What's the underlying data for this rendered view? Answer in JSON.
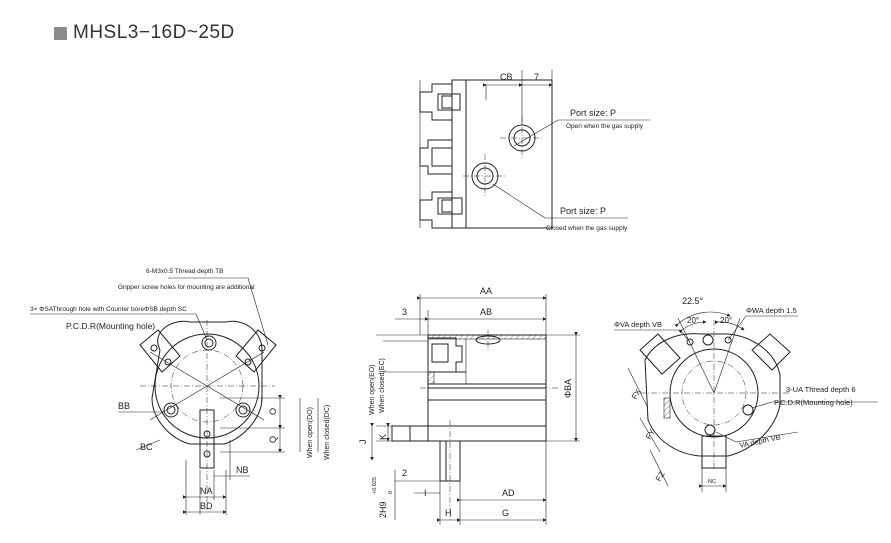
{
  "title": "MHSL3−16D~25D",
  "top_view": {
    "dims": [
      "CB",
      "7"
    ],
    "port_open_label": "Port size: P",
    "port_open_note": "Open when the gas supply",
    "port_closed_label": "Port size: P",
    "port_closed_note": "Closed when the gas supply"
  },
  "left_view": {
    "thread_note": "6-M3x0.5 Thread depth TB",
    "gripper_note": "Gripper screw holes for mounting are additional",
    "through_hole_note": "3× ΦSAThrough hole with Counter boreΦSB depth SC",
    "pcd_note": "P.C.D.R(Mounting hole)",
    "labels": [
      "BB",
      "BC",
      "O",
      "Q",
      "NB",
      "NA",
      "BD"
    ],
    "dim_open": "When open(DO)",
    "dim_closed": "When closed(DC)"
  },
  "middle_view": {
    "labels": [
      "AA",
      "AB",
      "3",
      "ΦBA",
      "J",
      "K",
      "2",
      "I",
      "AD",
      "H",
      "G"
    ],
    "eo_label": "When open(EO)",
    "ec_label": "When closed(EC)",
    "fit_label": "2H9",
    "fit_sup": "+0.025",
    "fit_sub": "0"
  },
  "right_view": {
    "angle_1": "22.5°",
    "angle_2": "20°",
    "angle_3": "20°",
    "va_top": "ΦVA depth VB",
    "wa_note": "ΦWA depth 1.5",
    "ua_note": "3-UA Thread depth 6",
    "pcd_note": "P.C.D.R(Mounting hole)",
    "labels": [
      "FX",
      "FY",
      "FZ",
      "NC"
    ],
    "va_bottom": "VA depth VB"
  }
}
